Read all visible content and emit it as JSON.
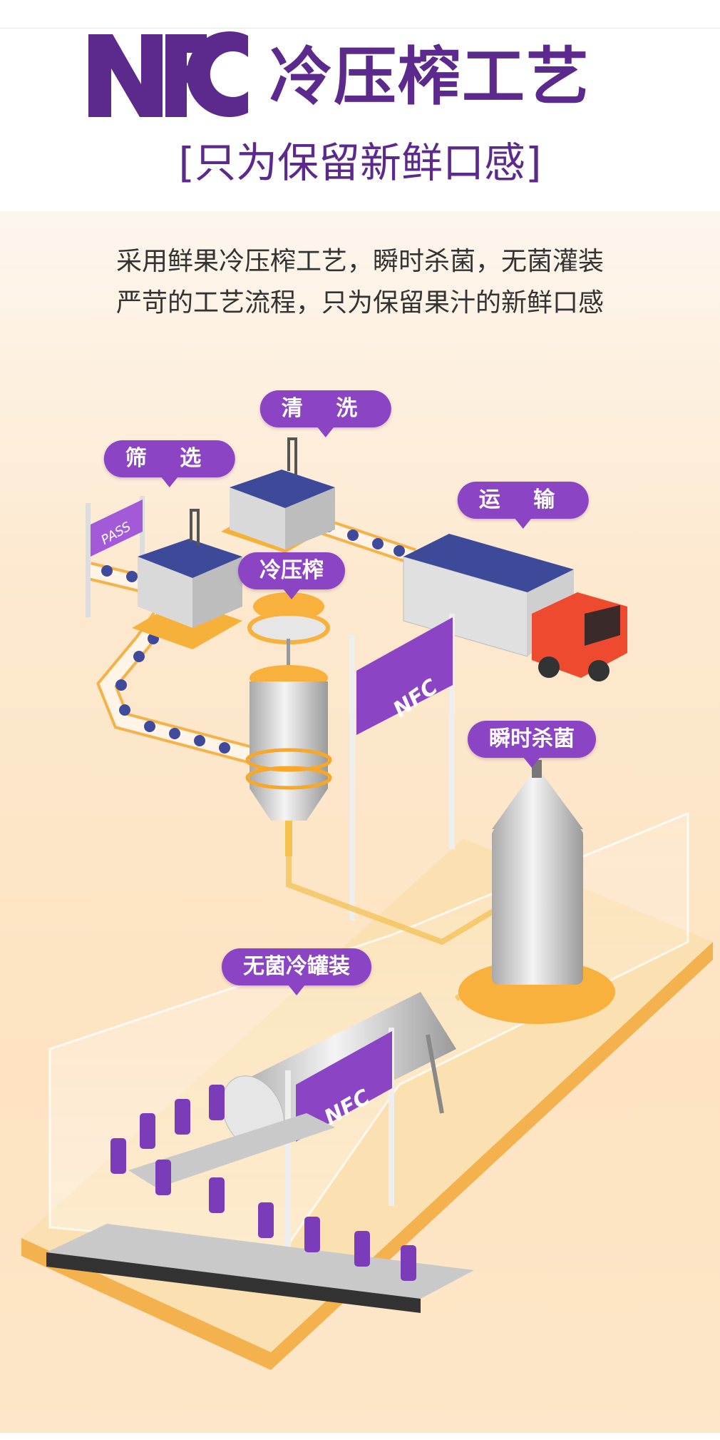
{
  "header": {
    "logo_text": "NFC",
    "title": "冷压榨工艺",
    "subtitle": "[只为保留新鲜口感]"
  },
  "description": {
    "line1": "采用鲜果冷压榨工艺，瞬时杀菌，无菌灌装",
    "line2": "严苛的工艺流程，只为保留果汁的新鲜口感"
  },
  "steps": {
    "wash": "清 洗",
    "screen": "筛 选",
    "transport": "运 输",
    "press": "冷压榨",
    "sterilize": "瞬时杀菌",
    "fill": "无菌冷罐装"
  },
  "signs": {
    "pass": "PASS",
    "gate1": "NFC",
    "gate2": "NFC"
  },
  "colors": {
    "brand_purple": "#5b2a8c",
    "bubble_purple": "#8b45c4",
    "orange": "#f7b13c",
    "truck_red": "#ee4a2f"
  }
}
